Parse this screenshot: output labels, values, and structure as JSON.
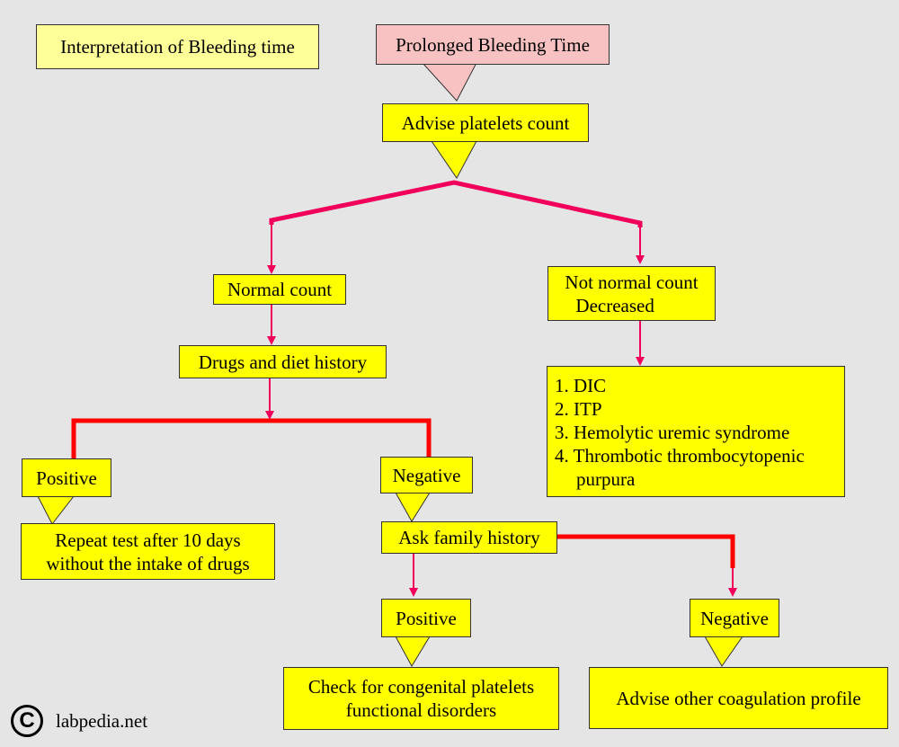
{
  "title": "Interpretation of Bleeding time",
  "start": "Prolonged Bleeding Time",
  "step1": "Advise platelets count",
  "normal": "Normal count",
  "not_normal": {
    "line1": "Not normal count",
    "line2": "Decreased"
  },
  "drugs": "Drugs and diet history",
  "causes": {
    "item1": "1. DIC",
    "item2": "2. ITP",
    "item3": "3. Hemolytic uremic syndrome",
    "item4_line1": "4. Thrombotic thrombocytopenic",
    "item4_line2": "purpura"
  },
  "positive1": "Positive",
  "negative1": "Negative",
  "repeat": {
    "line1": "Repeat test after 10 days",
    "line2": "without the intake of drugs"
  },
  "family": "Ask family history",
  "positive2": "Positive",
  "negative2": "Negative",
  "congenital": {
    "line1": "Check for congenital platelets",
    "line2": "functional disorders"
  },
  "other": "Advise other coagulation profile",
  "footer": {
    "symbol": "C",
    "site": "labpedia.net"
  },
  "colors": {
    "background": "#e5e5e5",
    "box": "#ffff00",
    "title_box": "#ffff99",
    "start_box": "#f9c2c2",
    "connector": "#f0005a"
  }
}
